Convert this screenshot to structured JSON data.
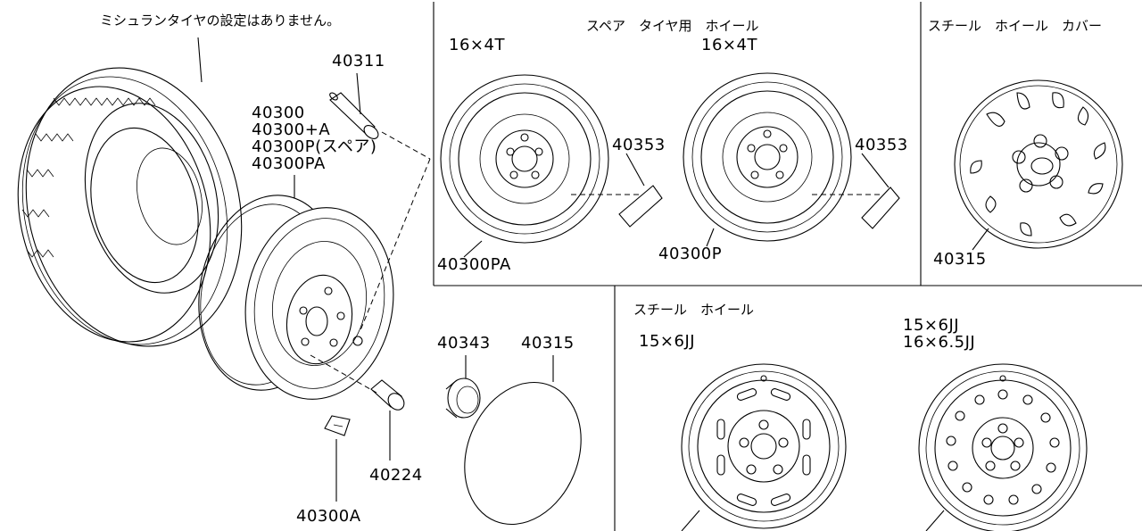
{
  "notes": {
    "michelin": "ミシュランタイヤの設定はありません。"
  },
  "sections": {
    "spare_title": "スペア　タイヤ用　ホイール",
    "spare_size_a": "16×4T",
    "spare_size_b": "16×4T",
    "cover_title": "スチール　ホイール　カバー",
    "steel_title": "スチール　ホイール",
    "steel_size_a": "15×6JJ",
    "steel_size_b1": "15×6JJ",
    "steel_size_b2": "16×6.5JJ"
  },
  "parts": {
    "valve": "40311",
    "wheel_1": "40300",
    "wheel_2": "40300+A",
    "wheel_3": "40300P(スペア)",
    "wheel_4": "40300PA",
    "balance_weight": "40300A",
    "nut": "40224",
    "center_cap": "40343",
    "wheel_cover_left": "40315",
    "spare_pa": "40300PA",
    "spare_weight_1": "40353",
    "spare_p": "40300P",
    "spare_weight_2": "40353",
    "wheel_cover_right": "40315"
  }
}
